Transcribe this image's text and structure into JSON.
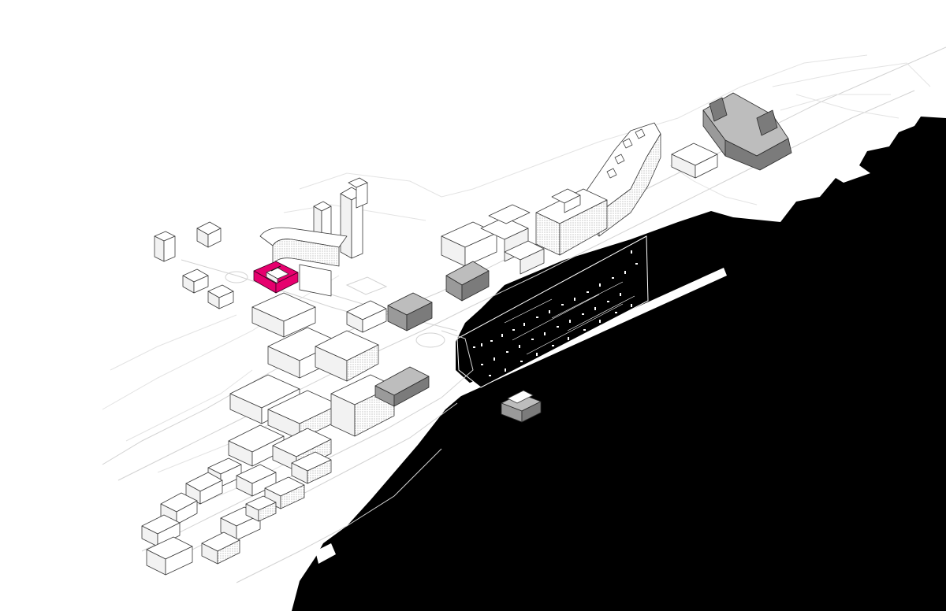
{
  "scene": {
    "type": "axonometric-site-plan",
    "colors": {
      "background": "#ffffff",
      "water": "#000000",
      "buildings_outline": "#3a3a3a",
      "highlight_building": "#e6006e",
      "existing_buildings": "#9a9a9a",
      "roads": "#d2d2d2"
    },
    "features": {
      "highlighted_building": "magenta",
      "existing_landmark_buildings": "grey",
      "harbor_area": "black-water",
      "pier": "white"
    }
  }
}
